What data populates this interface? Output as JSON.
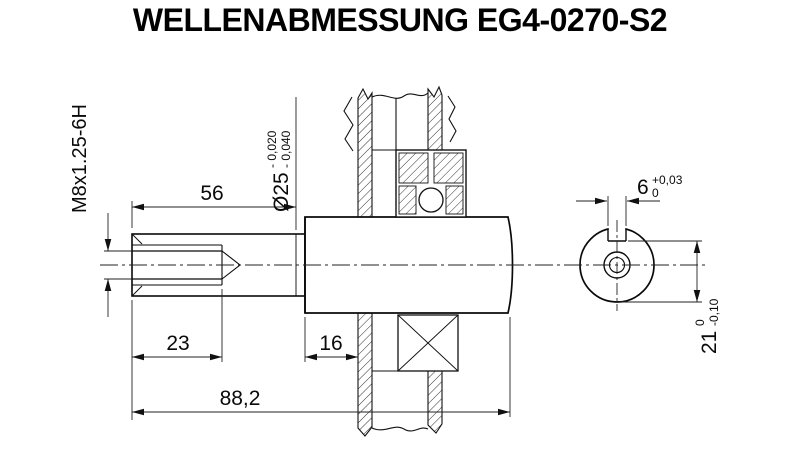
{
  "page": {
    "title": "WELLENABMESSUNG EG4-0270-S2"
  },
  "drawing": {
    "thread": {
      "spec": "M8x1.25-6H"
    },
    "shaft_diameter": {
      "value": "Ø25",
      "tol_upper": "- 0,020",
      "tol_lower": "- 0,040"
    },
    "lengths": {
      "thread_section": "56",
      "thread_depth": "23",
      "shoulder_to_flange": "16",
      "total": "88,2"
    },
    "keyway": {
      "width": "6",
      "width_tol_upper": "+0,03",
      "width_tol_lower": "0",
      "height": "21",
      "height_tol_upper": "0",
      "height_tol_lower": "-0,10"
    }
  }
}
